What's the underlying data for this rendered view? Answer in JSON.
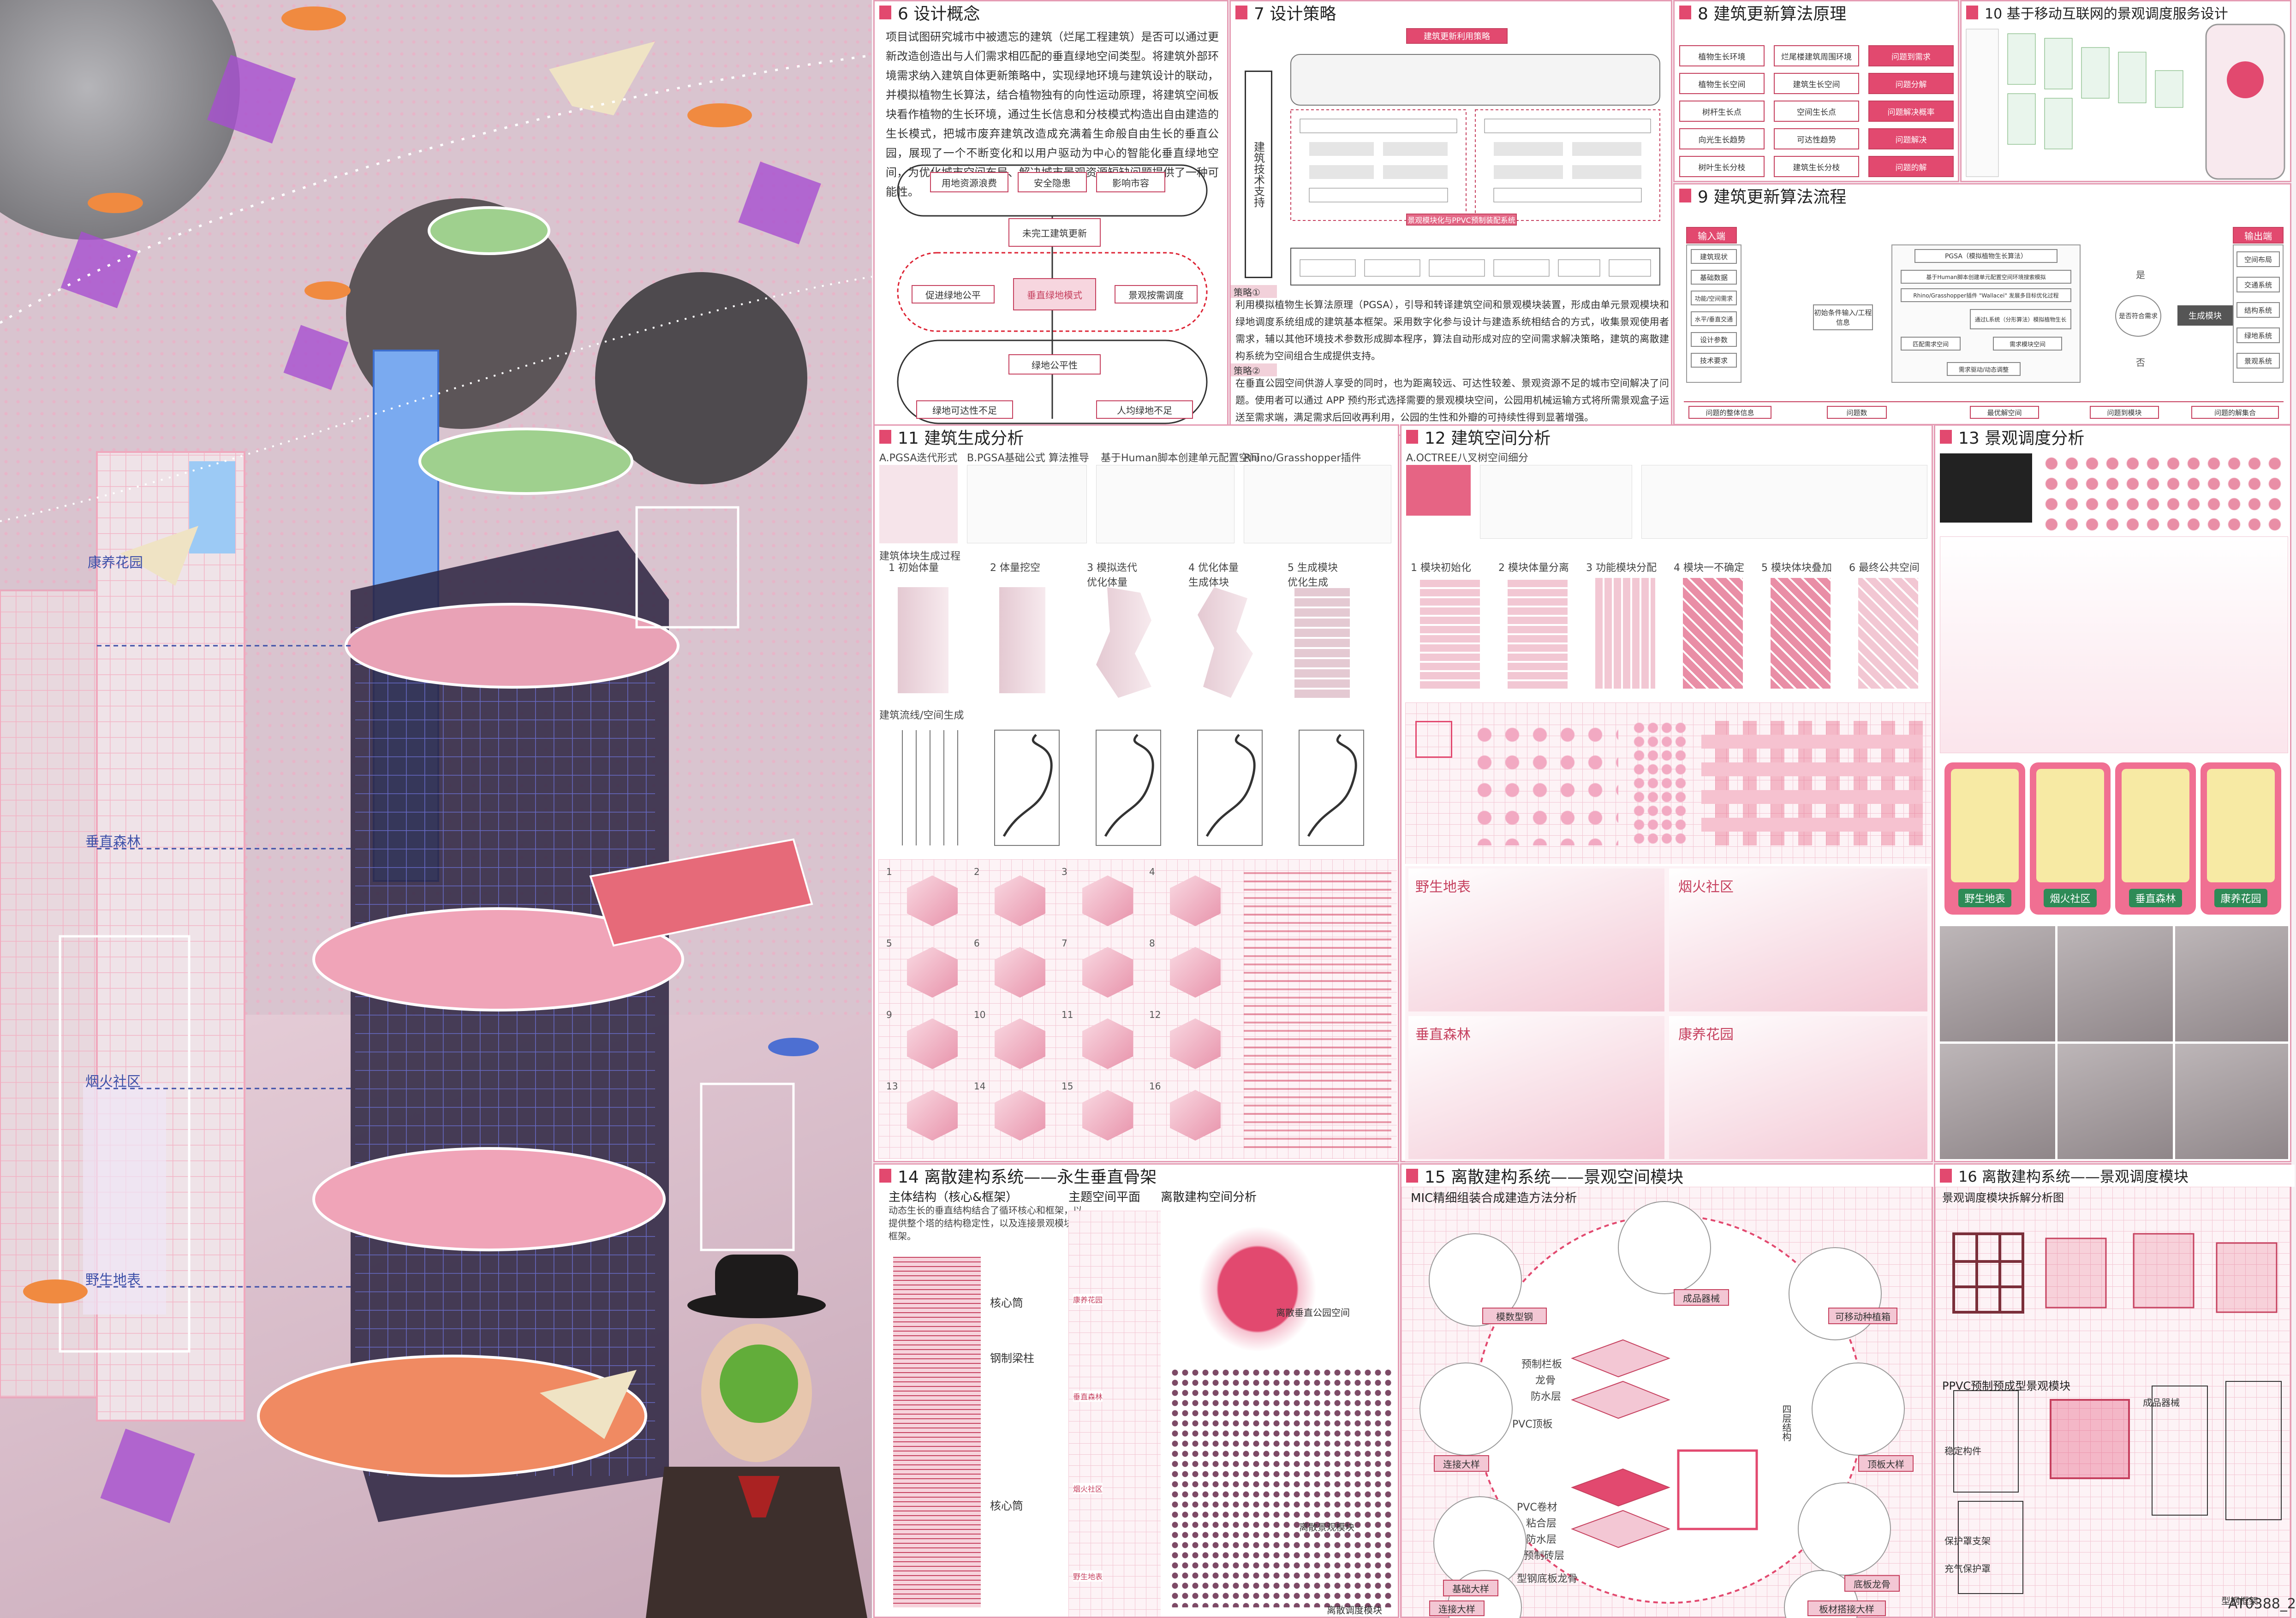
{
  "poster_id": "AT0388_2",
  "render": {
    "labels": [
      "康养花园",
      "垂直森林",
      "烟火社区",
      "野生地表"
    ]
  },
  "p6": {
    "title": "6 设计概念",
    "paragraph": "项目试图研究城市中被遗忘的建筑（烂尾工程建筑）是否可以通过更新改造创造出与人们需求相匹配的垂直绿地空间类型。将建筑外部环境需求纳入建筑自体更新策略中，实现绿地环境与建筑设计的联动，并模拟植物生长算法，结合植物独有的向性运动原理，将建筑空间板块看作植物的生长环境，通过生长信息和分枝模式构造出自由建造的生长模式，把城市废弃建筑改造成充满着生命般自由生长的垂直公园，展现了一个不断变化和以用户驱动为中心的智能化垂直绿地空间，为优化城市空间布局、解决城市景观资源短缺问题提供了一种可能性。",
    "top_boxes": [
      "用地资源浪费",
      "安全隐患",
      "影响市容"
    ],
    "center_box": "未完工建筑更新",
    "core_box": "垂直绿地模式",
    "left_box": "促进绿地公平",
    "right_box": "景观按需调度",
    "middle_box": "绿地公平性",
    "bottom_boxes": [
      "绿地可达性不足",
      "人均绿地不足"
    ]
  },
  "p7": {
    "title": "7 设计策略",
    "side_label": "建筑技术支持",
    "s1_label": "策略①",
    "s1_text": "利用模拟植物生长算法原理（PGSA），引导和转译建筑空间和景观模块装置，形成由单元景观模块和绿地调度系统组成的建筑基本框架。采用数字化参与设计与建造系统相结合的方式，收集景观使用者需求，辅以其他环境技术参数形成脚本程序，算法自动形成对应的空间需求解决策略，建筑的离散建构系统为空间组合生成提供支持。",
    "s2_label": "策略②",
    "s2_text": "在垂直公园空间供游人享受的同时，也为距离较远、可达性较差、景观资源不足的城市空间解决了问题。使用者可以通过 APP 预约形式选择需要的景观模块空间，公园用机械运输方式将所需景观盒子运送至需求端，满足需求后回收再利用，公园的生性和外瓣的可持续性得到显著增强。",
    "top_box": "建筑更新利用策略",
    "blue_box": "景观模块化与PPVC预制装配系统"
  },
  "p8": {
    "title": "8 建筑更新算法原理",
    "rows": [
      [
        "植物生长环境",
        "烂尾楼建筑周围环境",
        "问题到需求"
      ],
      [
        "植物生长空间",
        "建筑生长空间",
        "问题分解"
      ],
      [
        "树杆生长点",
        "空间生长点",
        "问题解决概率"
      ],
      [
        "向光生长趋势",
        "可达性趋势",
        "问题解决"
      ],
      [
        "树叶生长分枝",
        "建筑生长分枝",
        "问题的解"
      ]
    ]
  },
  "p9": {
    "title": "9 建筑更新算法流程",
    "input_label": "输入端",
    "output_label": "输出端",
    "inputs": [
      "建筑现状",
      "基础数据",
      "功能/空间需求",
      "水平/垂直交通",
      "设计参数",
      "技术要求"
    ],
    "outputs": [
      "空间布局",
      "交通系统",
      "结构系统",
      "绿地系统",
      "景观系统"
    ],
    "center_node": "初始条件输入/工程信息",
    "process_nodes": [
      "PGSA（模拟植物生长算法）",
      "基于Human脚本创建单元配置空间环境搜索模拟",
      "Rhino/Grasshopper插件 \"Wallacei\" 发展多目标优化过程",
      "通过L系统（分形算法）模拟植物生长",
      "匹配需求空间",
      "需求模块空间",
      "需求驱动/动态调整"
    ],
    "decision_yes": "是",
    "decision_no": "否",
    "judge": "是否符合需求",
    "generate": "生成模块",
    "bottom_labels": [
      "问题的整体信息",
      "问题数",
      "最优解空间",
      "问题到模块",
      "问题的解集合"
    ]
  },
  "p10": {
    "title": "10 基于移动互联网的景观调度服务设计"
  },
  "p11": {
    "title": "11 建筑生成分析",
    "sub_a": "A.PGSA迭代形式",
    "sub_b": "B.PGSA基础公式 算法推导",
    "sub_c": "基于Human脚本创建单元配置空间",
    "sub_d": "Rhino/Grasshopper插件Wallacei",
    "step_title": "建筑体块生成过程",
    "steps": [
      "1 初始体量",
      "2 体量挖空",
      "3 模拟迭代 优化体量",
      "4 优化体量 生成体块",
      "5 生成模块 优化生成"
    ],
    "struct_title": "建筑流线/空间生成",
    "cells": [
      "1",
      "2",
      "3",
      "4",
      "5",
      "6",
      "7",
      "8",
      "9",
      "10",
      "11",
      "12",
      "13",
      "14",
      "15",
      "16"
    ]
  },
  "p12": {
    "title": "12 建筑空间分析",
    "sub_a": "A.OCTREE八叉树空间细分",
    "steps": [
      "1 模块初始化",
      "2 模块体量分离",
      "3 功能模块分配",
      "4 模块一不确定",
      "5 模块体块叠加",
      "6 最终公共空间"
    ],
    "zones": [
      "野生地表",
      "烟火社区",
      "垂直森林",
      "康养花园"
    ]
  },
  "p13": {
    "title": "13 景观调度分析",
    "cards": [
      "野生地表",
      "烟火社区",
      "垂直森林",
      "康养花园"
    ]
  },
  "p14": {
    "title": "14 离散建构系统——永生垂直骨架",
    "main_struct": "主体结构（核心&框架）",
    "main_desc": "动态生长的垂直结构结合了循环核心和框架，以提供整个塔的结构稳定性，以及连接景观模块的框架。",
    "plan_title": "主题空间平面",
    "analysis_title": "离散建构空间分析",
    "labels": [
      "核心筒",
      "钢制梁柱",
      "核心筒"
    ],
    "tags": [
      "康养花园",
      "垂直森林",
      "烟火社区",
      "野生地表"
    ],
    "right_tags": [
      "离散垂直公园空间",
      "离散景观模块",
      "离散调度模块"
    ]
  },
  "p15": {
    "title": "15 离散建构系统——景观空间模块",
    "subtitle": "MIC精细组装合成建造方法分析",
    "circle_labels": [
      "模数型钢",
      "成品器械",
      "可移动种植箱",
      "连接大样",
      "顶板大样",
      "基础大样",
      "底板龙骨",
      "连接大样",
      "板材搭接大样"
    ],
    "layer_labels": [
      "预制栏板",
      "龙骨",
      "防水层",
      "PVC顶板",
      "PVC卷材",
      "粘合层",
      "防水层",
      "预制砖层",
      "型钢底板龙骨"
    ],
    "callout": "四层结构"
  },
  "p16": {
    "title": "16 离散建构系统——景观调度模块",
    "sub1": "景观调度模块拆解分析图",
    "sub2": "PPVC预制预成型景观模块",
    "labels": [
      "稳定构件",
      "保护罩支架",
      "充气保护罩",
      "成品器械",
      "型钢框架"
    ]
  }
}
